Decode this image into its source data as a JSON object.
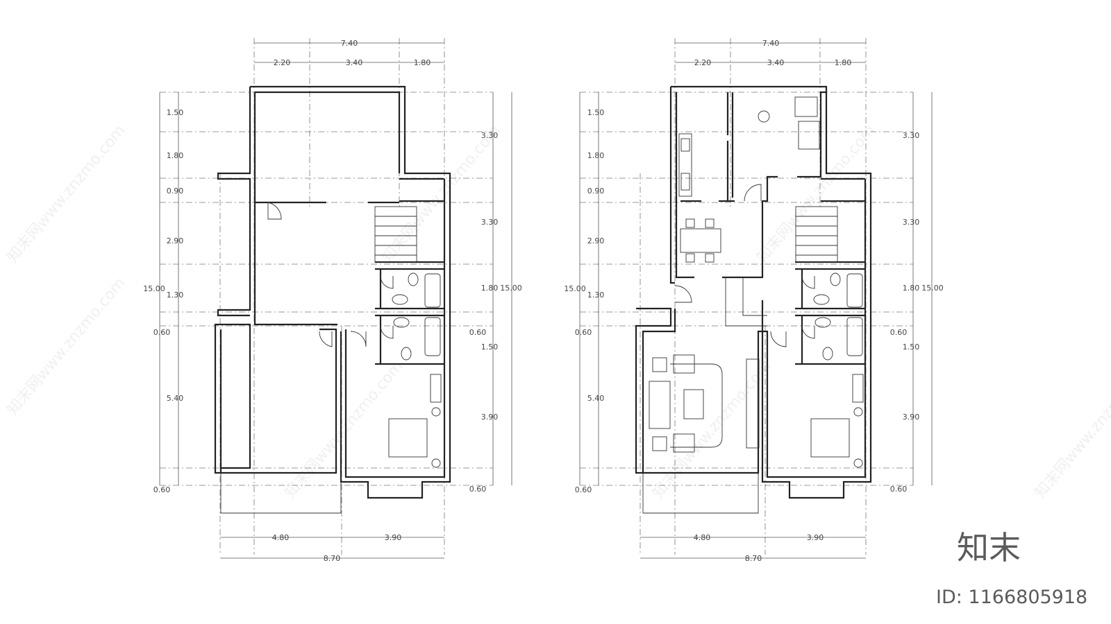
{
  "plans": [
    {
      "id": "left",
      "top_dims": {
        "overall": "7.40",
        "parts": [
          "2.20",
          "3.40",
          "1.80"
        ]
      },
      "bottom_dims": {
        "overall": "8.70",
        "parts": [
          "4.80",
          "3.90"
        ]
      },
      "left_dims": [
        "1.50",
        "1.80",
        "0.90",
        "2.90",
        "1.30",
        "0.60",
        "5.40",
        "0.60"
      ],
      "left_total": "15.00",
      "right_dims": [
        "3.30",
        "3.30",
        "1.80",
        "0.60",
        "1.50",
        "3.90",
        "0.60"
      ],
      "right_total": "15.00"
    },
    {
      "id": "right",
      "top_dims": {
        "overall": "7.40",
        "parts": [
          "2.20",
          "3.40",
          "1.80"
        ]
      },
      "bottom_dims": {
        "overall": "8.70",
        "parts": [
          "4.80",
          "3.90"
        ]
      },
      "left_dims": [
        "1.50",
        "1.80",
        "0.90",
        "2.90",
        "1.30",
        "0.60",
        "5.40",
        "0.60"
      ],
      "left_total": "15.00",
      "right_dims": [
        "3.30",
        "3.30",
        "1.80",
        "0.60",
        "1.50",
        "3.90",
        "0.60"
      ],
      "right_total": "15.00"
    }
  ],
  "watermark": "知末网www.znzmo.com",
  "brand": {
    "logo_text": "知末",
    "id_label": "ID: 1166805918"
  },
  "colors": {
    "line": "#222222",
    "dim": "#555555",
    "brand": "#5a5a5a"
  }
}
